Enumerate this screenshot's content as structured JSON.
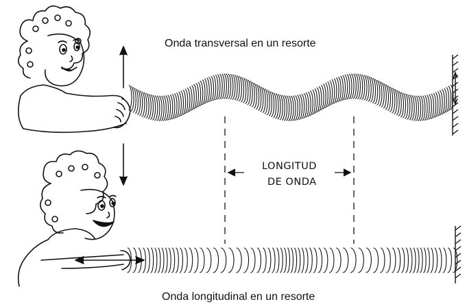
{
  "captions": {
    "top": "Onda transversal en un resorte",
    "bottom": "Onda longitudinal en un resorte"
  },
  "wavelength_label": {
    "line1": "LONGITUD",
    "line2": "DE ONDA"
  },
  "icons": [
    "person-top-illustration",
    "person-bottom-illustration",
    "transverse-spring",
    "longitudinal-spring",
    "wall-anchor",
    "double-arrow-icon"
  ],
  "colors": {
    "ink": "#111111",
    "background": "#ffffff"
  }
}
